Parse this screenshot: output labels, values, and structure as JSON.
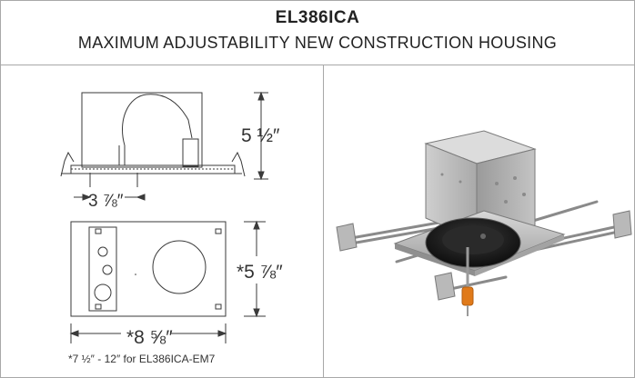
{
  "header": {
    "model": "EL386ICA",
    "subtitle": "MAXIMUM ADJUSTABILITY NEW CONSTRUCTION HOUSING"
  },
  "drawing": {
    "dim_height": "5 ½″",
    "dim_width": "3 ⅞″",
    "dim_depth": "*5 ⅞″",
    "dim_length": "*8 ⅝″",
    "footnote": "*7 ½″ - 12″ for EL386ICA-EM7"
  },
  "colors": {
    "line": "#3a3a3a",
    "grid": "#a8a8a8",
    "metal": "#b9b9b9",
    "metal_dark": "#8a8a8a",
    "accent": "#e07a1a"
  }
}
